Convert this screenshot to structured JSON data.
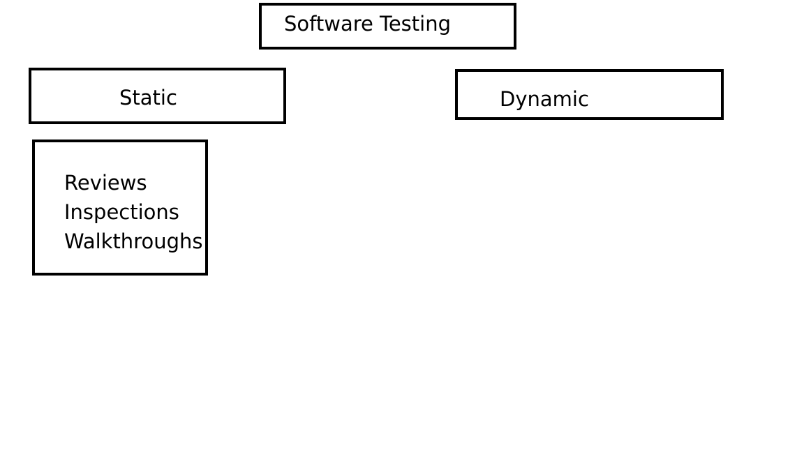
{
  "diagram": {
    "root": {
      "label": "Software Testing"
    },
    "categories": [
      {
        "label": "Static",
        "items": [
          "Reviews",
          "Inspections",
          "Walkthroughs"
        ]
      },
      {
        "label": "Dynamic",
        "items": []
      }
    ]
  },
  "colors": {
    "border": "#000000",
    "background": "#ffffff",
    "text": "#000000"
  }
}
